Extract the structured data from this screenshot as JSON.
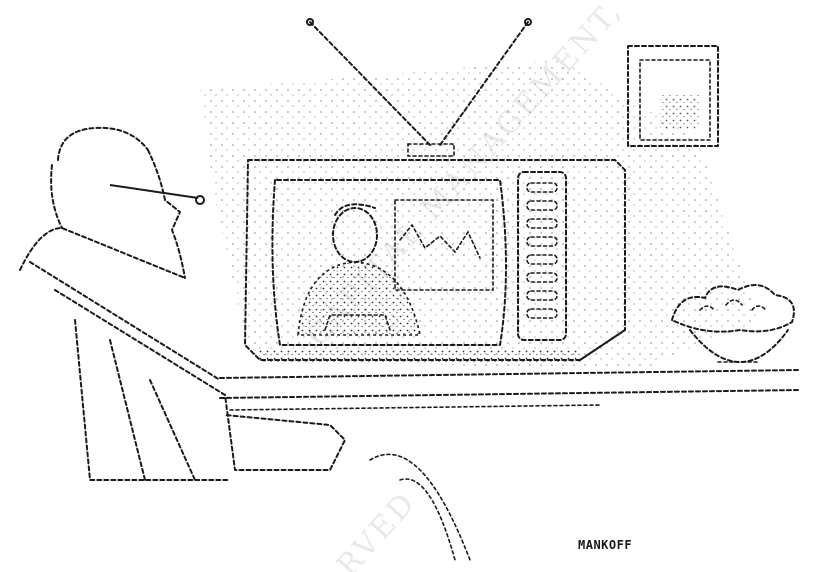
{
  "cartoon": {
    "signature": "MANKOFF",
    "watermark": "CAPITAL MANAGEMENT, L.P.",
    "watermark_line2": "RVED",
    "scene_elements": [
      "viewer-with-glasses",
      "television-set",
      "rabbit-ear-antenna",
      "news-anchor-on-screen",
      "chart-on-screen",
      "framed-picture",
      "flower-bowl",
      "shelf"
    ]
  }
}
